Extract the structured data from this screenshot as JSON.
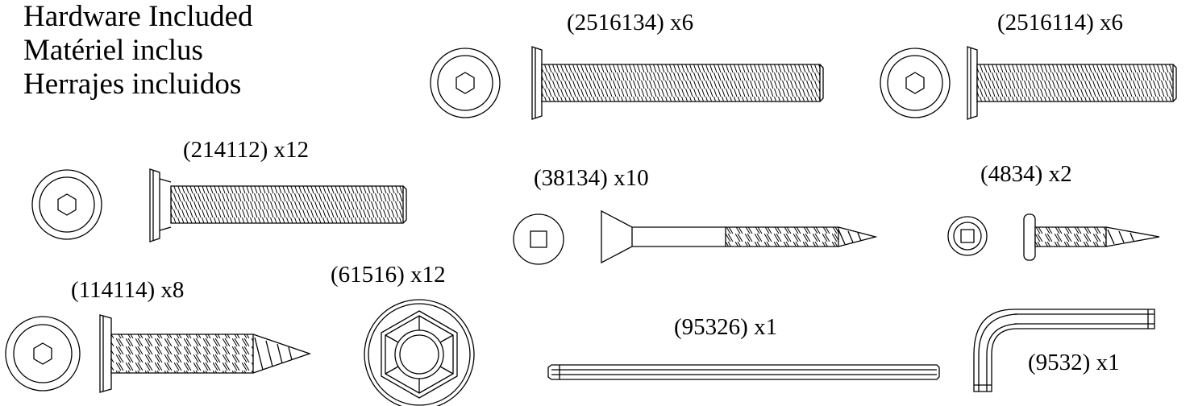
{
  "header": {
    "lines": [
      "Hardware Included",
      "Matériel inclus",
      "Herrajes incluidos"
    ]
  },
  "parts": [
    {
      "id": "bolt-2516134",
      "label": "(2516134) x6"
    },
    {
      "id": "bolt-2516114",
      "label": "(2516114) x6"
    },
    {
      "id": "bolt-214112",
      "label": "(214112) x12"
    },
    {
      "id": "screw-38134",
      "label": "(38134) x10"
    },
    {
      "id": "screw-4834",
      "label": "(4834) x2"
    },
    {
      "id": "screw-114114",
      "label": "(114114) x8"
    },
    {
      "id": "nut-61516",
      "label": "(61516) x12"
    },
    {
      "id": "key-95326",
      "label": "(95326) x1"
    },
    {
      "id": "key-9532",
      "label": "(9532) x1"
    }
  ]
}
